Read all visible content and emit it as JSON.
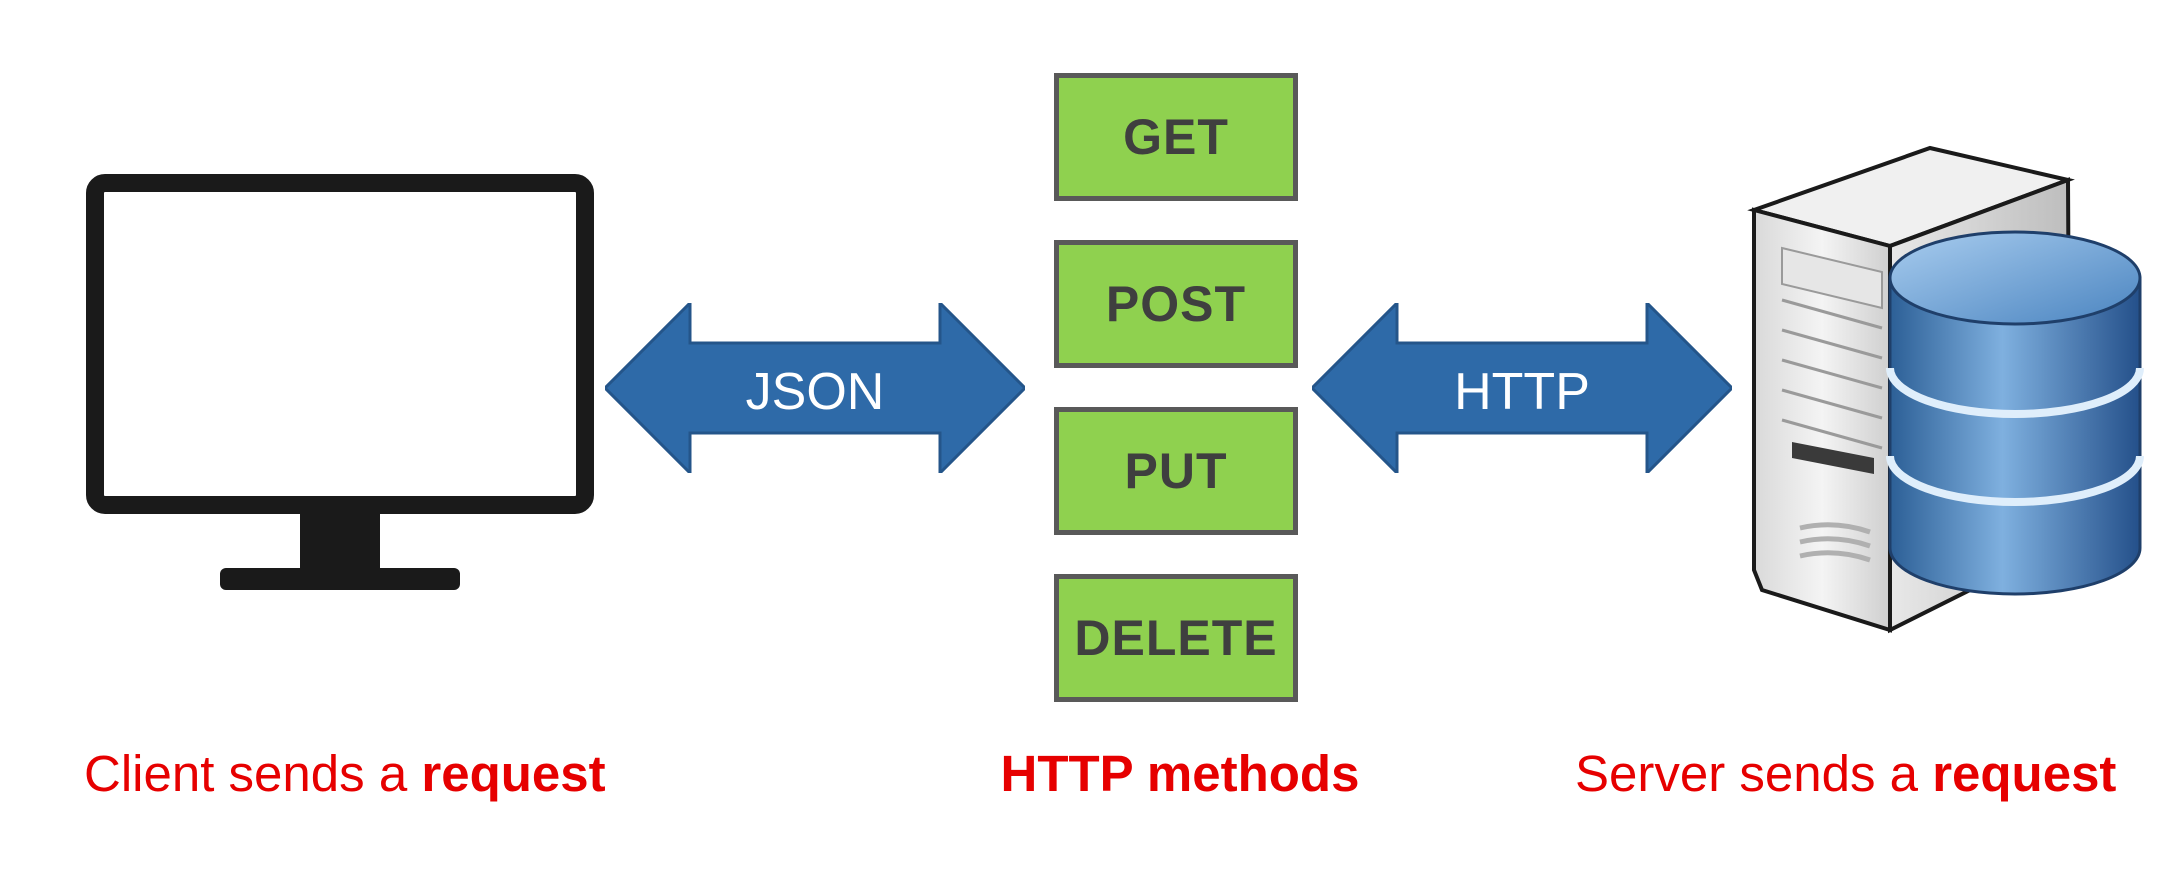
{
  "methods": [
    "GET",
    "POST",
    "PUT",
    "DELETE"
  ],
  "arrows": {
    "left_label": "JSON",
    "right_label": "HTTP"
  },
  "captions": {
    "client_prefix": "Client sends a ",
    "client_bold": "request",
    "center": "HTTP methods",
    "server_prefix": "Server sends a ",
    "server_bold": "request"
  },
  "icons": {
    "client": "monitor-icon",
    "server": "server-database-icon"
  },
  "colors": {
    "method_fill": "#8fd14f",
    "method_border": "#595959",
    "arrow_fill": "#2e6aa8",
    "caption_red": "#e60000"
  }
}
